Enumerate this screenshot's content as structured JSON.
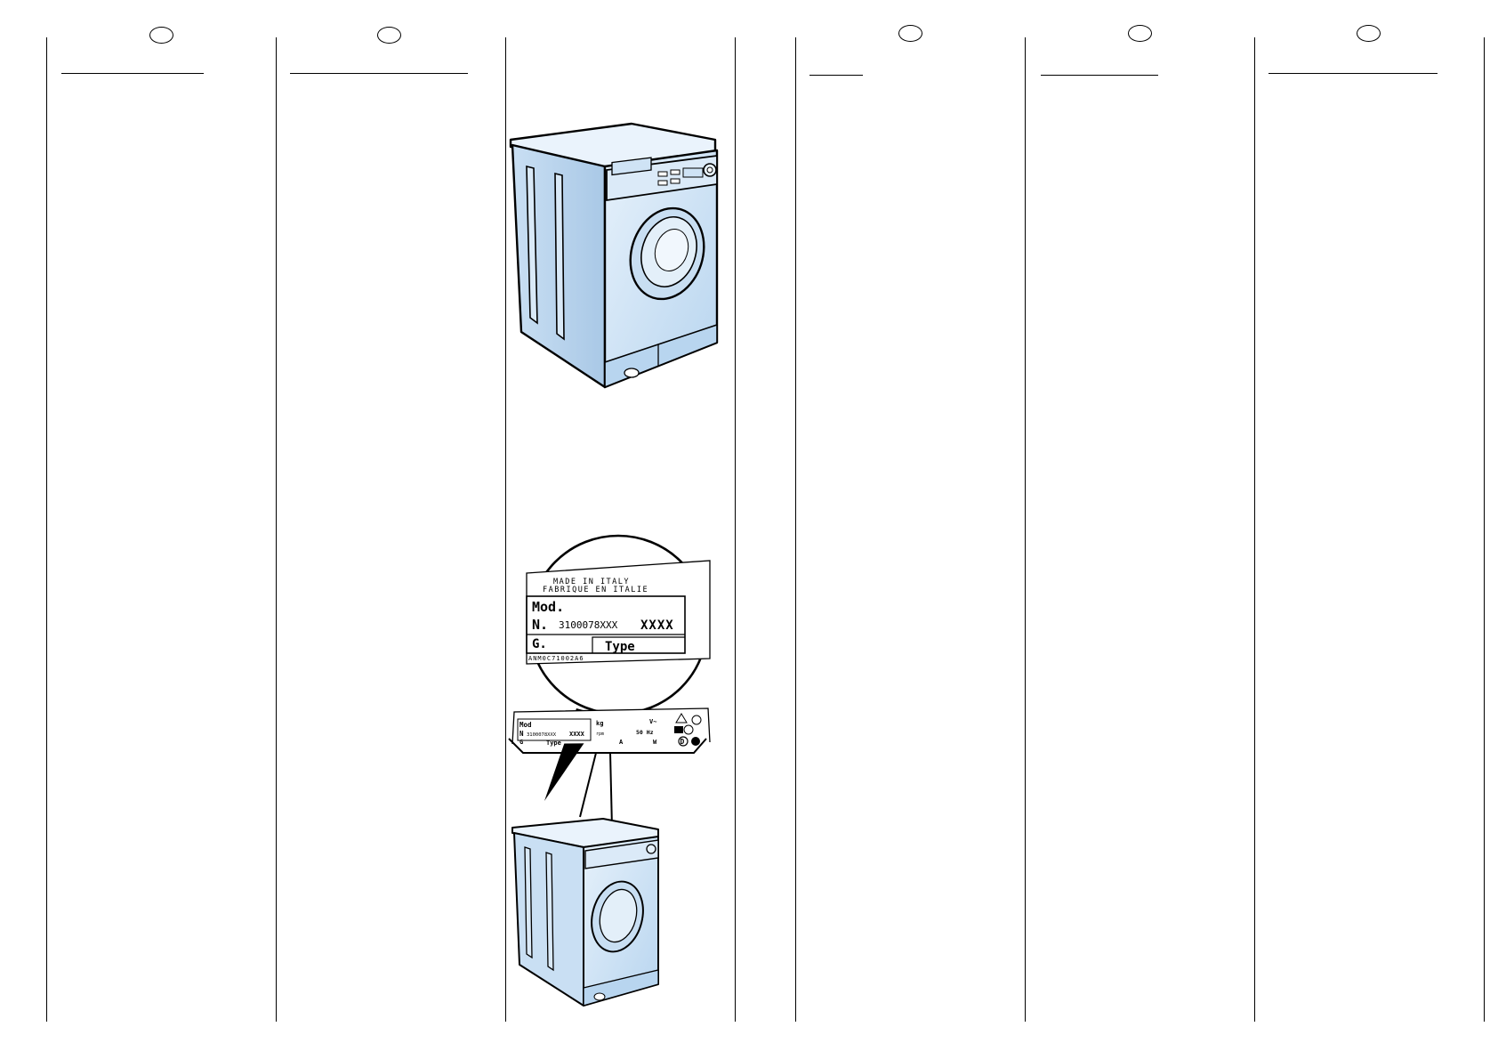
{
  "closeup_label": {
    "line1": "MADE IN ITALY",
    "line2": "FABRIQUE EN ITALIE",
    "mod_field": "Mod.",
    "n_field": "N.",
    "serial_number": "3100078XXX",
    "serial_suffix": "XXXX",
    "g_field": "G.",
    "type_field": "Type",
    "footer_code": "ANM0C71002A6"
  },
  "rating_plate": {
    "mod_field": "Mod",
    "n_field": "N",
    "serial_number": "3100078XXX",
    "serial_suffix": "XXXX",
    "g_field": "G",
    "type_field": "Type",
    "kg_unit": "kg",
    "rpm_unit": "rpm",
    "voltage_unit": "V~",
    "frequency": "50 Hz",
    "current_unit": "A",
    "power_unit": "W",
    "country_mark": "D"
  },
  "colors": {
    "appliance_body": "#cfe3f5",
    "appliance_shadow": "#9fc1e3",
    "line": "#000000",
    "background": "#ffffff"
  }
}
